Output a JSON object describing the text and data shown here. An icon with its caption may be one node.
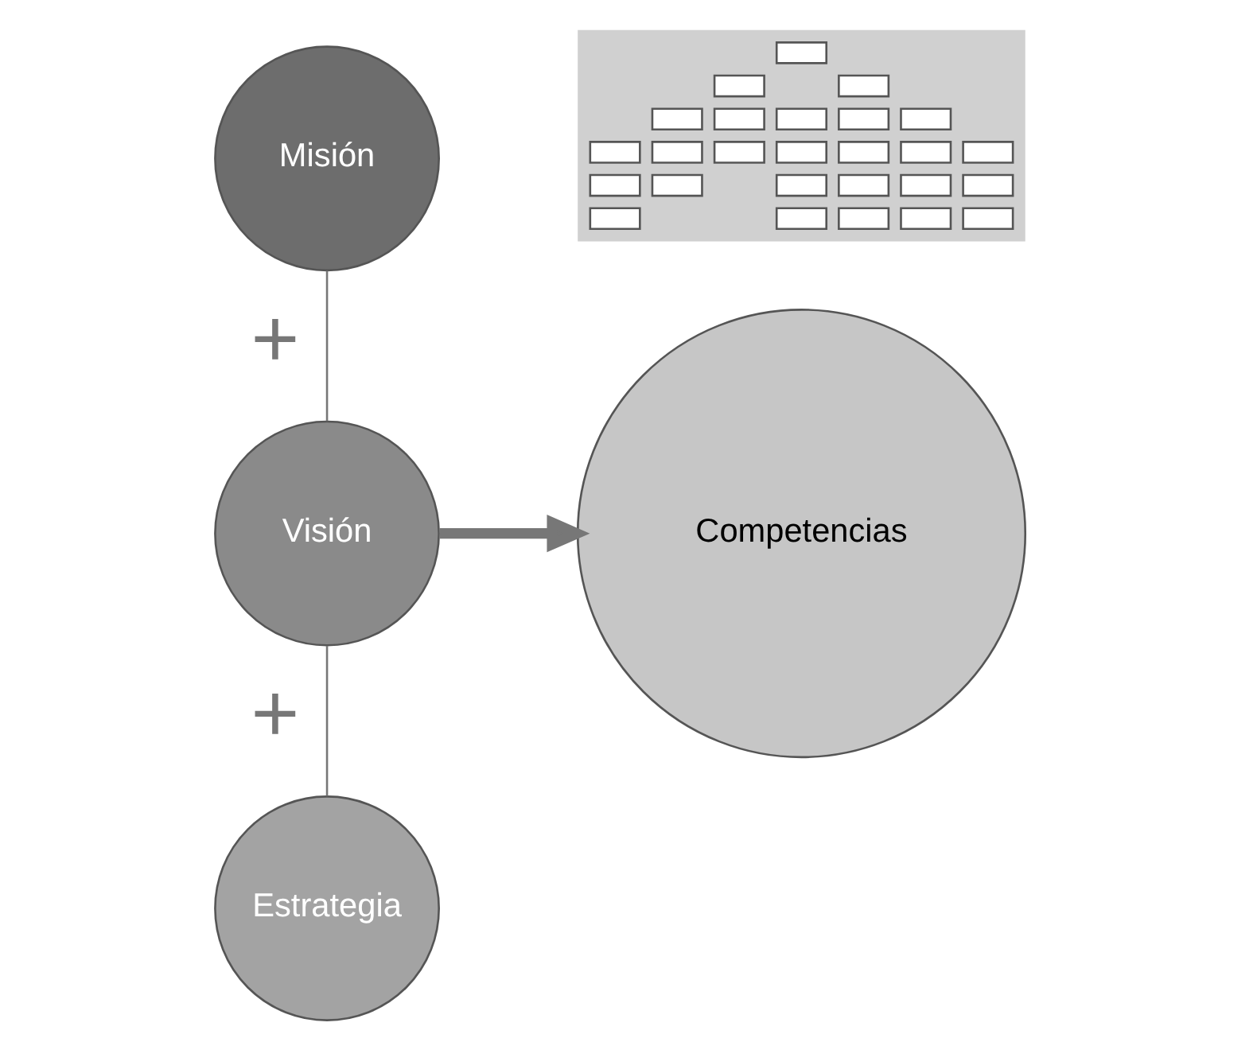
{
  "diagram": {
    "nodes": [
      {
        "text": [
          "Misión"
        ]
      },
      {
        "text": [
          "Visión"
        ]
      },
      {
        "text": [
          "Estrategia"
        ]
      },
      {
        "text": [
          "Competencias"
        ]
      },
      {
        "text": [],
        "shape": "picture"
      }
    ],
    "edges": [
      {
        "from": 0,
        "to": 1,
        "arrow": "none",
        "label": "+"
      },
      {
        "from": 1,
        "to": 2,
        "arrow": "none",
        "label": "+"
      },
      {
        "from": 1,
        "to": 3,
        "arrow": "to",
        "style": "thick"
      }
    ]
  }
}
